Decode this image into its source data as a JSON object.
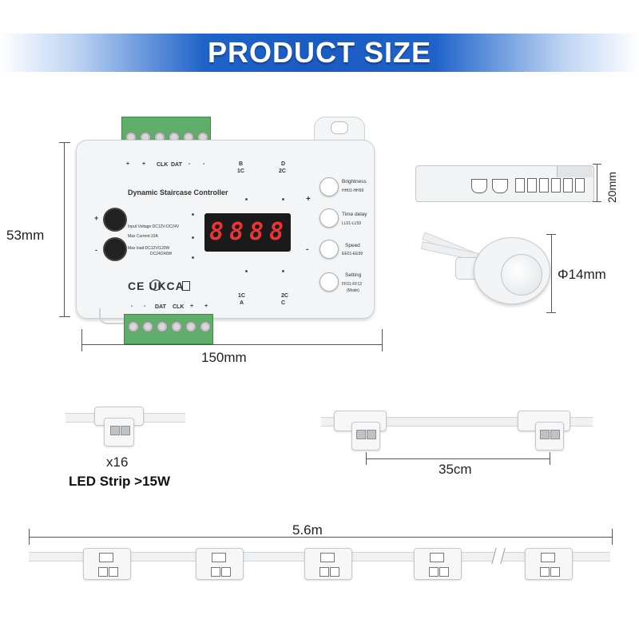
{
  "header": {
    "title": "PRODUCT SIZE"
  },
  "controller": {
    "title": "Dynamic Staircase Controller",
    "top_terminal_labels": [
      "+",
      "+",
      "CLK",
      "DAT",
      "-",
      "-"
    ],
    "bottom_terminal_labels": [
      "-",
      "-",
      "DAT",
      "CLK",
      "+",
      "+"
    ],
    "top_ports": [
      {
        "letter": "B",
        "code": "1C"
      },
      {
        "letter": "D",
        "code": "2C"
      }
    ],
    "bottom_ports": [
      {
        "letter": "1C",
        "code": "A"
      },
      {
        "letter": "2C",
        "code": "C"
      }
    ],
    "specs": {
      "input": "Input Voltage:DC12V-DC24V",
      "current": "Max Current:10A",
      "load1": "Max load:DC12V/120W",
      "load2": "DC24/240W"
    },
    "display": "8.8.8.8",
    "knob_plus": "+",
    "knob_minus": "-",
    "side_plus": "+",
    "side_minus": "-",
    "buttons": [
      {
        "label": "Brightness",
        "range": "HH01-HH99"
      },
      {
        "label": "Time delay",
        "range": "LL01-LL59"
      },
      {
        "label": "Speed",
        "range": "EE01-EE99"
      },
      {
        "label": "Setting",
        "range": "FF01-FF12",
        "extra": "(Mode)"
      }
    ],
    "certs": "CE  UKCA"
  },
  "dimensions": {
    "height": "53mm",
    "width": "150mm",
    "sensor_height": "20mm",
    "sensor_diameter": "Φ14mm",
    "spacing": "35cm",
    "length": "5.6m"
  },
  "led": {
    "count": "x16",
    "label": "LED Strip >15W"
  }
}
